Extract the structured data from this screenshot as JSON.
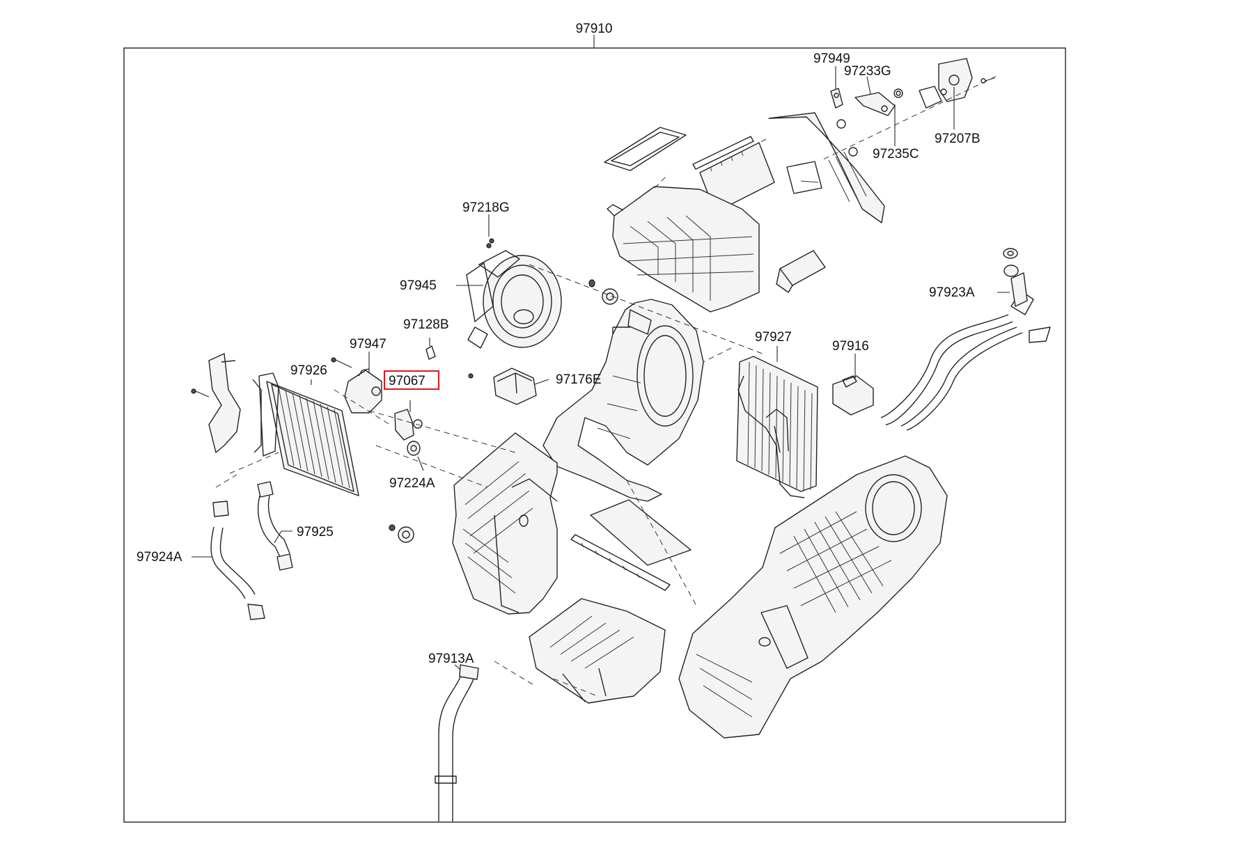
{
  "assembly_label": "97910",
  "highlight_color": "#e0161b",
  "callouts": {
    "p97949": "97949",
    "p97233G": "97233G",
    "p97235C": "97235C",
    "p97207B": "97207B",
    "p97218G": "97218G",
    "p97945": "97945",
    "p97128B": "97128B",
    "p97947": "97947",
    "p97926": "97926",
    "p97067": "97067",
    "p97176E": "97176E",
    "p97927": "97927",
    "p97916": "97916",
    "p97923A": "97923A",
    "p97224A": "97224A",
    "p97925": "97925",
    "p97924A": "97924A",
    "p97913A": "97913A"
  }
}
